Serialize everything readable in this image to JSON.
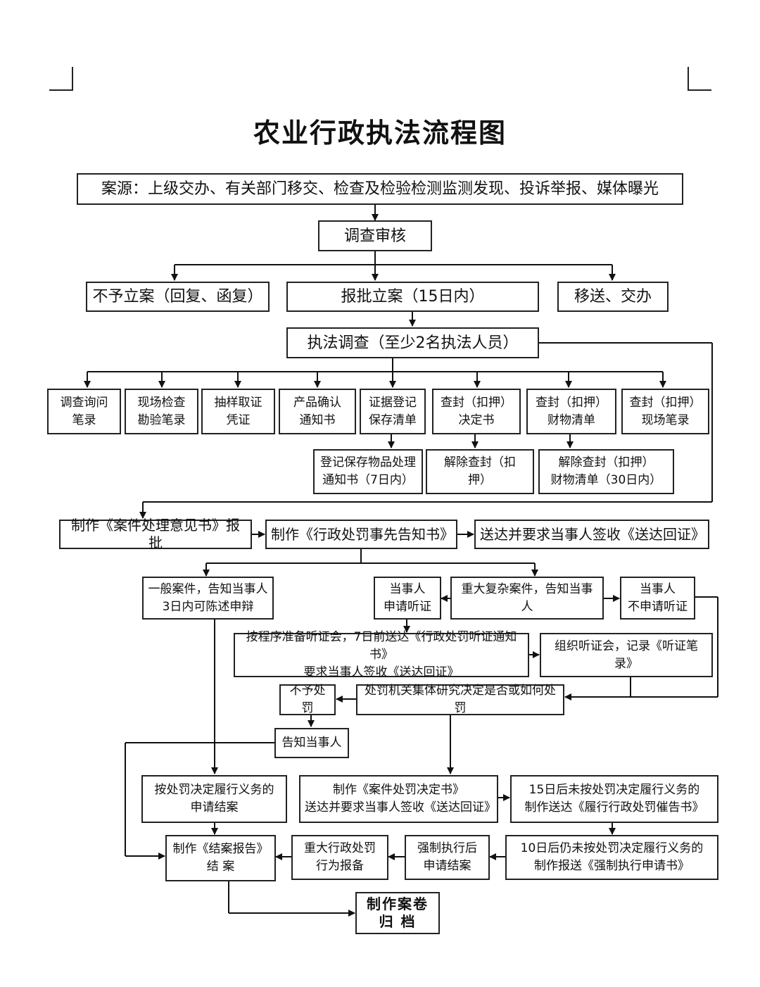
{
  "title": "农业行政执法流程图",
  "nodes": {
    "source": "案源：上级交办、有关部门移交、检查及检验检测监测发现、投诉举报、媒体曝光",
    "review": "调查审核",
    "no_case": "不予立案（回复、函复）",
    "approve_case": "报批立案（15日内）",
    "transfer": "移送、交办",
    "investigation": "执法调查（至少2名执法人员）",
    "inquiry_record": "调查询问\n笔录",
    "site_inspection": "现场检查\n勘验笔录",
    "sampling": "抽样取证\n凭证",
    "product_confirm": "产品确认\n通知书",
    "evidence_register": "证据登记\n保存清单",
    "seal_decision": "查封（扣押）\n决定书",
    "seal_goods": "查封（扣押）\n财物清单",
    "seal_site_record": "查封（扣押）\n现场笔录",
    "register_notice": "登记保存物品处理\n通知书（7日内）",
    "release_seal": "解除查封（扣\n押）",
    "release_goods": "解除查封（扣押）\n财物清单（30日内）",
    "opinion": "制作《案件处理意见书》报批",
    "prior_notice": "制作《行政处罚事先告知书》",
    "deliver_sign": "送达并要求当事人签收《送达回证》",
    "general_case": "一般案件，告知当事人\n3日内可陈述申辩",
    "apply_hearing": "当事人\n申请听证",
    "major_case": "重大复杂案件，告知当事\n人",
    "no_hearing": "当事人\n不申请听证",
    "prepare_hearing": "按程序准备听证会，7日前送达《行政处罚听证通知书》\n要求当事人签收《送达回证》",
    "hold_hearing": "组织听证会，记录《听证笔\n录》",
    "no_penalty": "不予处罚",
    "collective_decision": "处罚机关集体研究决定是否或如何处罚",
    "notify_party": "告知当事人",
    "fulfill_close": "按处罚决定履行义务的\n申请结案",
    "penalty_decision": "制作《案件处罚决定书》\n送达并要求当事人签收《送达回证》",
    "reminder": "15日后未按处罚决定履行义务的\n制作送达《履行行政处罚催告书》",
    "close_report": "制作《结案报告》\n结 案",
    "major_filing": "重大行政处罚\n行为报备",
    "enforce_close": "强制执行后\n申请结案",
    "enforce_apply": "10日后仍未按处罚决定履行义务的\n制作报送《强制执行申请书》",
    "archive": "制作案卷\n归 档"
  }
}
